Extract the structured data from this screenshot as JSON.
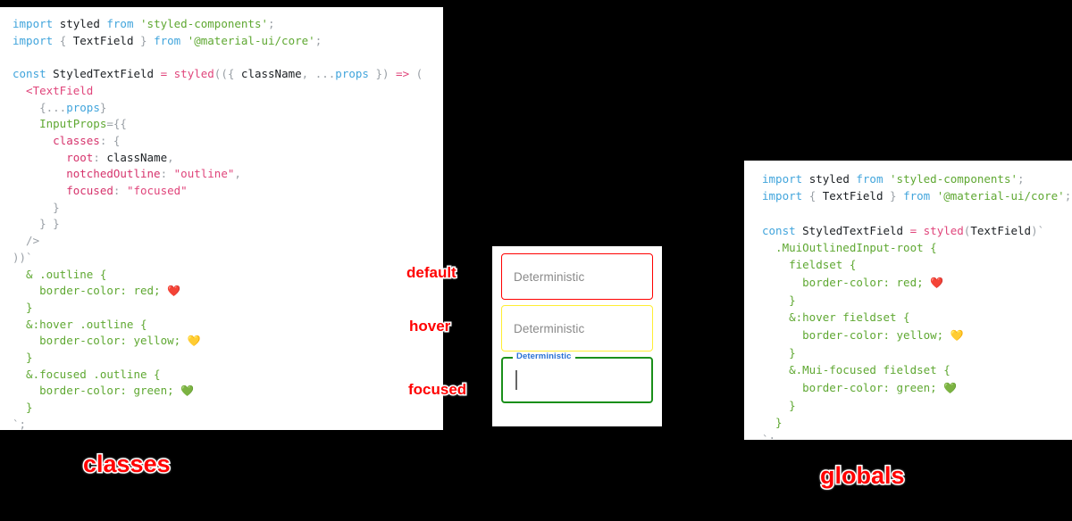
{
  "background_color": "#000000",
  "panels": {
    "classes": {
      "title": "classes",
      "lines": [
        [
          {
            "t": "import ",
            "c": "kw"
          },
          {
            "t": "styled ",
            "c": "plain"
          },
          {
            "t": "from ",
            "c": "kw"
          },
          {
            "t": "'styled-components'",
            "c": "str"
          },
          {
            "t": ";",
            "c": "punc"
          }
        ],
        [
          {
            "t": "import ",
            "c": "kw"
          },
          {
            "t": "{ ",
            "c": "punc"
          },
          {
            "t": "TextField",
            "c": "plain"
          },
          {
            "t": " } ",
            "c": "punc"
          },
          {
            "t": "from ",
            "c": "kw"
          },
          {
            "t": "'@material-ui/core'",
            "c": "str"
          },
          {
            "t": ";",
            "c": "punc"
          }
        ],
        [],
        [
          {
            "t": "const ",
            "c": "kw"
          },
          {
            "t": "StyledTextField ",
            "c": "plain"
          },
          {
            "t": "= ",
            "c": "op"
          },
          {
            "t": "styled",
            "c": "fn"
          },
          {
            "t": "((",
            "c": "punc"
          },
          {
            "t": "{ ",
            "c": "punc"
          },
          {
            "t": "className",
            "c": "plain"
          },
          {
            "t": ", ",
            "c": "punc"
          },
          {
            "t": "...",
            "c": "punc"
          },
          {
            "t": "props",
            "c": "var"
          },
          {
            "t": " }) ",
            "c": "punc"
          },
          {
            "t": "=> ",
            "c": "op"
          },
          {
            "t": "(",
            "c": "punc"
          }
        ],
        [
          {
            "t": "  <TextField",
            "c": "jsx"
          }
        ],
        [
          {
            "t": "    {...",
            "c": "punc"
          },
          {
            "t": "props",
            "c": "var"
          },
          {
            "t": "}",
            "c": "punc"
          }
        ],
        [
          {
            "t": "    InputProps",
            "c": "attr"
          },
          {
            "t": "={{",
            "c": "punc"
          }
        ],
        [
          {
            "t": "      classes",
            "c": "prop"
          },
          {
            "t": ": {",
            "c": "punc"
          }
        ],
        [
          {
            "t": "        root",
            "c": "prop"
          },
          {
            "t": ": ",
            "c": "punc"
          },
          {
            "t": "className",
            "c": "black"
          },
          {
            "t": ",",
            "c": "punc"
          }
        ],
        [
          {
            "t": "        notchedOutline",
            "c": "prop"
          },
          {
            "t": ": ",
            "c": "punc"
          },
          {
            "t": "\"outline\"",
            "c": "op"
          },
          {
            "t": ",",
            "c": "punc"
          }
        ],
        [
          {
            "t": "        focused",
            "c": "prop"
          },
          {
            "t": ": ",
            "c": "punc"
          },
          {
            "t": "\"focused\"",
            "c": "op"
          }
        ],
        [
          {
            "t": "      }",
            "c": "punc"
          }
        ],
        [
          {
            "t": "    } }",
            "c": "punc"
          }
        ],
        [
          {
            "t": "  />",
            "c": "punc"
          }
        ],
        [
          {
            "t": "))`",
            "c": "punc"
          }
        ],
        [
          {
            "t": "  & .outline {",
            "c": "css"
          }
        ],
        [
          {
            "t": "    border-color: red; ",
            "c": "css"
          },
          {
            "t": "❤️",
            "c": "emoji"
          }
        ],
        [
          {
            "t": "  }",
            "c": "css"
          }
        ],
        [
          {
            "t": "  &:hover .outline {",
            "c": "css"
          }
        ],
        [
          {
            "t": "    border-color: yellow; ",
            "c": "css"
          },
          {
            "t": "💛",
            "c": "emoji"
          }
        ],
        [
          {
            "t": "  }",
            "c": "css"
          }
        ],
        [
          {
            "t": "  &.focused .outline {",
            "c": "css"
          }
        ],
        [
          {
            "t": "    border-color: green; ",
            "c": "css"
          },
          {
            "t": "💚",
            "c": "emoji"
          }
        ],
        [
          {
            "t": "  }",
            "c": "css"
          }
        ],
        [
          {
            "t": "`;",
            "c": "punc"
          }
        ]
      ]
    },
    "globals": {
      "title": "globals",
      "lines": [
        [
          {
            "t": "import ",
            "c": "kw"
          },
          {
            "t": "styled ",
            "c": "plain"
          },
          {
            "t": "from ",
            "c": "kw"
          },
          {
            "t": "'styled-components'",
            "c": "str"
          },
          {
            "t": ";",
            "c": "punc"
          }
        ],
        [
          {
            "t": "import ",
            "c": "kw"
          },
          {
            "t": "{ ",
            "c": "punc"
          },
          {
            "t": "TextField",
            "c": "plain"
          },
          {
            "t": " } ",
            "c": "punc"
          },
          {
            "t": "from ",
            "c": "kw"
          },
          {
            "t": "'@material-ui/core'",
            "c": "str"
          },
          {
            "t": ";",
            "c": "punc"
          }
        ],
        [],
        [
          {
            "t": "const ",
            "c": "kw"
          },
          {
            "t": "StyledTextField ",
            "c": "plain"
          },
          {
            "t": "= ",
            "c": "op"
          },
          {
            "t": "styled",
            "c": "fn"
          },
          {
            "t": "(",
            "c": "punc"
          },
          {
            "t": "TextField",
            "c": "plain"
          },
          {
            "t": ")`",
            "c": "punc"
          }
        ],
        [
          {
            "t": "  .MuiOutlinedInput-root {",
            "c": "css"
          }
        ],
        [
          {
            "t": "    fieldset {",
            "c": "css"
          }
        ],
        [
          {
            "t": "      border-color: red; ",
            "c": "css"
          },
          {
            "t": "❤️",
            "c": "emoji"
          }
        ],
        [
          {
            "t": "    }",
            "c": "css"
          }
        ],
        [
          {
            "t": "    &:hover fieldset {",
            "c": "css"
          }
        ],
        [
          {
            "t": "      border-color: yellow; ",
            "c": "css"
          },
          {
            "t": "💛",
            "c": "emoji"
          }
        ],
        [
          {
            "t": "    }",
            "c": "css"
          }
        ],
        [
          {
            "t": "    &.Mui-focused fieldset {",
            "c": "css"
          }
        ],
        [
          {
            "t": "      border-color: green; ",
            "c": "css"
          },
          {
            "t": "💚",
            "c": "emoji"
          }
        ],
        [
          {
            "t": "    }",
            "c": "css"
          }
        ],
        [
          {
            "t": "  }",
            "c": "css"
          }
        ],
        [
          {
            "t": "`;",
            "c": "punc"
          }
        ]
      ]
    }
  },
  "demo": {
    "fields": [
      {
        "state": "default",
        "value": "Deterministic",
        "border_color": "#ff0000",
        "label": "",
        "focused": false
      },
      {
        "state": "hover",
        "value": "Deterministic",
        "border_color": "#ffee33",
        "label": "",
        "focused": false
      },
      {
        "state": "focused",
        "value": "",
        "border_color": "#1a8f1a",
        "label": "Deterministic",
        "focused": true
      }
    ]
  },
  "annotations": {
    "default": "default",
    "hover": "hover",
    "focused": "focused"
  }
}
